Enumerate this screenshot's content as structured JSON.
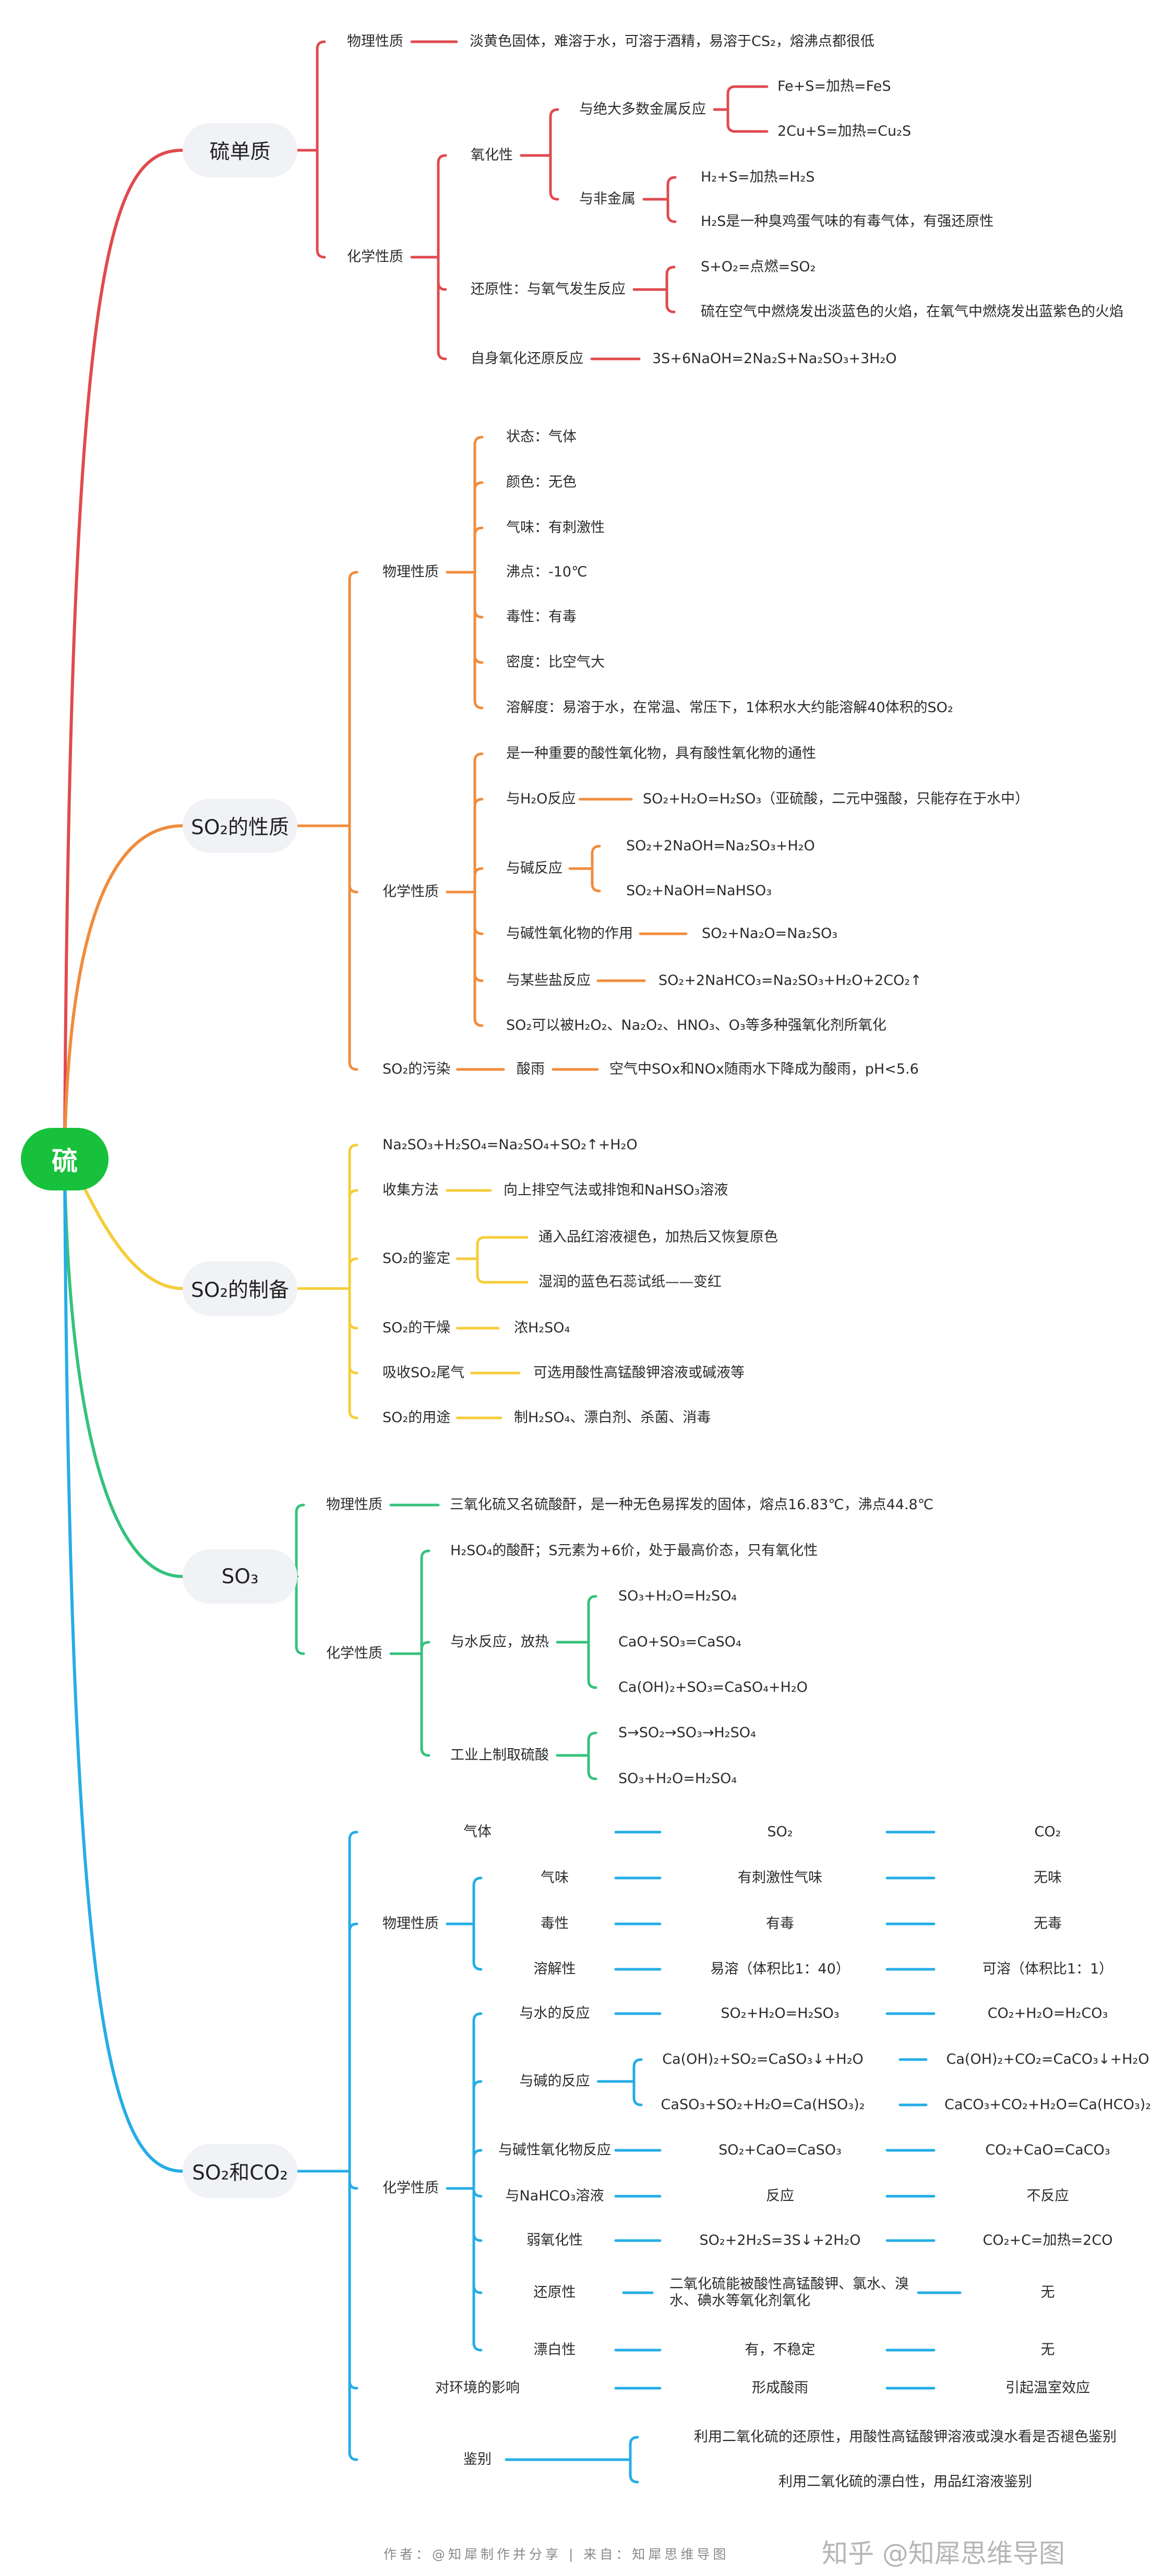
{
  "root": "硫",
  "colors": {
    "red": "#e04a4e",
    "orange": "#f08c3c",
    "yellow": "#f6cd3a",
    "green": "#35c27c",
    "blue": "#25ade6",
    "root": "#18c13c"
  },
  "branches": [
    {
      "label": "硫单质",
      "color": "red",
      "children": [
        {
          "label": "物理性质",
          "children": [
            {
              "label": "淡黄色固体，难溶于水，可溶于酒精，易溶于CS₂，熔沸点都很低"
            }
          ]
        },
        {
          "label": "化学性质",
          "children": [
            {
              "label": "氧化性",
              "children": [
                {
                  "label": "与绝大多数金属反应",
                  "children": [
                    {
                      "label": "Fe+S=加热=FeS"
                    },
                    {
                      "label": "2Cu+S=加热=Cu₂S"
                    }
                  ]
                },
                {
                  "label": "与非金属",
                  "children": [
                    {
                      "label": "H₂+S=加热=H₂S"
                    },
                    {
                      "label": "H₂S是一种臭鸡蛋气味的有毒气体，有强还原性"
                    }
                  ]
                }
              ]
            },
            {
              "label": "还原性：与氧气发生反应",
              "children": [
                {
                  "label": "S+O₂=点燃=SO₂"
                },
                {
                  "label": "硫在空气中燃烧发出淡蓝色的火焰，在氧气中燃烧发出蓝紫色的火焰"
                }
              ]
            },
            {
              "label": "自身氧化还原反应",
              "children": [
                {
                  "label": "3S+6NaOH=2Na₂S+Na₂SO₃+3H₂O"
                }
              ]
            }
          ]
        }
      ]
    },
    {
      "label": "SO₂的性质",
      "color": "orange",
      "children": [
        {
          "label": "物理性质",
          "children": [
            {
              "label": "状态：气体"
            },
            {
              "label": "颜色：无色"
            },
            {
              "label": "气味：有刺激性"
            },
            {
              "label": "沸点：-10℃"
            },
            {
              "label": "毒性：有毒"
            },
            {
              "label": "密度：比空气大"
            },
            {
              "label": "溶解度：易溶于水，在常温、常压下，1体积水大约能溶解40体积的SO₂"
            }
          ]
        },
        {
          "label": "化学性质",
          "children": [
            {
              "label": "是一种重要的酸性氧化物，具有酸性氧化物的通性"
            },
            {
              "label": "与H₂O反应",
              "children": [
                {
                  "label": "SO₂+H₂O=H₂SO₃（亚硫酸，二元中强酸，只能存在于水中）"
                }
              ]
            },
            {
              "label": "与碱反应",
              "children": [
                {
                  "label": "SO₂+2NaOH=Na₂SO₃+H₂O"
                },
                {
                  "label": "SO₂+NaOH=NaHSO₃"
                }
              ]
            },
            {
              "label": "与碱性氧化物的作用",
              "children": [
                {
                  "label": "SO₂+Na₂O=Na₂SO₃"
                }
              ]
            },
            {
              "label": "与某些盐反应",
              "children": [
                {
                  "label": "SO₂+2NaHCO₃=Na₂SO₃+H₂O+2CO₂↑"
                }
              ]
            },
            {
              "label": "SO₂可以被H₂O₂、Na₂O₂、HNO₃、O₃等多种强氧化剂所氧化"
            }
          ]
        },
        {
          "label": "SO₂的污染",
          "children": [
            {
              "label": "酸雨",
              "children": [
                {
                  "label": "空气中SOx和NOx随雨水下降成为酸雨，pH<5.6"
                }
              ]
            }
          ]
        }
      ]
    },
    {
      "label": "SO₂的制备",
      "color": "yellow",
      "children": [
        {
          "label": "Na₂SO₃+H₂SO₄=Na₂SO₄+SO₂↑+H₂O"
        },
        {
          "label": "收集方法",
          "children": [
            {
              "label": "向上排空气法或排饱和NaHSO₃溶液"
            }
          ]
        },
        {
          "label": "SO₂的鉴定",
          "children": [
            {
              "label": "通入品红溶液褪色，加热后又恢复原色"
            },
            {
              "label": "湿润的蓝色石蕊试纸——变红"
            }
          ]
        },
        {
          "label": "SO₂的干燥",
          "children": [
            {
              "label": "浓H₂SO₄"
            }
          ]
        },
        {
          "label": "吸收SO₂尾气",
          "children": [
            {
              "label": "可选用酸性高锰酸钾溶液或碱液等"
            }
          ]
        },
        {
          "label": "SO₂的用途",
          "children": [
            {
              "label": "制H₂SO₄、漂白剂、杀菌、消毒"
            }
          ]
        }
      ]
    },
    {
      "label": "SO₃",
      "color": "green",
      "children": [
        {
          "label": "物理性质",
          "children": [
            {
              "label": "三氧化硫又名硫酸酐，是一种无色易挥发的固体，熔点16.83℃，沸点44.8℃"
            }
          ]
        },
        {
          "label": "化学性质",
          "children": [
            {
              "label": "H₂SO₄的酸酐；S元素为+6价，处于最高价态，只有氧化性"
            },
            {
              "label": "与水反应，放热",
              "children": [
                {
                  "label": "SO₃+H₂O=H₂SO₄"
                },
                {
                  "label": "CaO+SO₃=CaSO₄"
                },
                {
                  "label": "Ca(OH)₂+SO₃=CaSO₄+H₂O"
                }
              ]
            },
            {
              "label": "工业上制取硫酸",
              "children": [
                {
                  "label": "S→SO₂→SO₃→H₂SO₄"
                },
                {
                  "label": "SO₃+H₂O=H₂SO₄"
                }
              ]
            }
          ]
        }
      ]
    },
    {
      "label": "SO₂和CO₂",
      "color": "blue",
      "children": [
        {
          "label": "气体",
          "so2": "SO₂",
          "co2": "CO₂"
        },
        {
          "label": "物理性质",
          "children": [
            {
              "label": "气味",
              "so2": "有刺激性气味",
              "co2": "无味"
            },
            {
              "label": "毒性",
              "so2": "有毒",
              "co2": "无毒"
            },
            {
              "label": "溶解性",
              "so2": "易溶（体积比1：40）",
              "co2": "可溶（体积比1：1）"
            }
          ]
        },
        {
          "label": "化学性质",
          "children": [
            {
              "label": "与水的反应",
              "so2": "SO₂+H₂O=H₂SO₃",
              "co2": "CO₂+H₂O=H₂CO₃"
            },
            {
              "label": "与碱的反应",
              "children": [
                {
                  "so2": "Ca(OH)₂+SO₂=CaSO₃↓+H₂O",
                  "co2": "Ca(OH)₂+CO₂=CaCO₃↓+H₂O"
                },
                {
                  "so2": "CaSO₃+SO₂+H₂O=Ca(HSO₃)₂",
                  "co2": "CaCO₃+CO₂+H₂O=Ca(HCO₃)₂"
                }
              ]
            },
            {
              "label": "与碱性氧化物反应",
              "so2": "SO₂+CaO=CaSO₃",
              "co2": "CO₂+CaO=CaCO₃"
            },
            {
              "label": "与NaHCO₃溶液",
              "so2": "反应",
              "co2": "不反应"
            },
            {
              "label": "弱氧化性",
              "so2": "SO₂+2H₂S=3S↓+2H₂O",
              "co2": "CO₂+C=加热=2CO"
            },
            {
              "label": "还原性",
              "so2": "二氧化硫能被酸性高锰酸钾、氯水、溴水、碘水等氧化剂氧化",
              "co2": "无"
            },
            {
              "label": "漂白性",
              "so2": "有，不稳定",
              "co2": "无"
            }
          ]
        },
        {
          "label": "对环境的影响",
          "so2": "形成酸雨",
          "co2": "引起温室效应"
        },
        {
          "label": "鉴别",
          "children": [
            {
              "label": "利用二氧化硫的还原性，用酸性高锰酸钾溶液或溴水看是否褪色鉴别"
            },
            {
              "label": "利用二氧化硫的漂白性，用品红溶液鉴别"
            }
          ]
        }
      ]
    }
  ],
  "footer": {
    "credit": "作者：@知犀制作并分享 | 来自：知犀思维导图",
    "watermark": "知乎 @知犀思维导图"
  }
}
